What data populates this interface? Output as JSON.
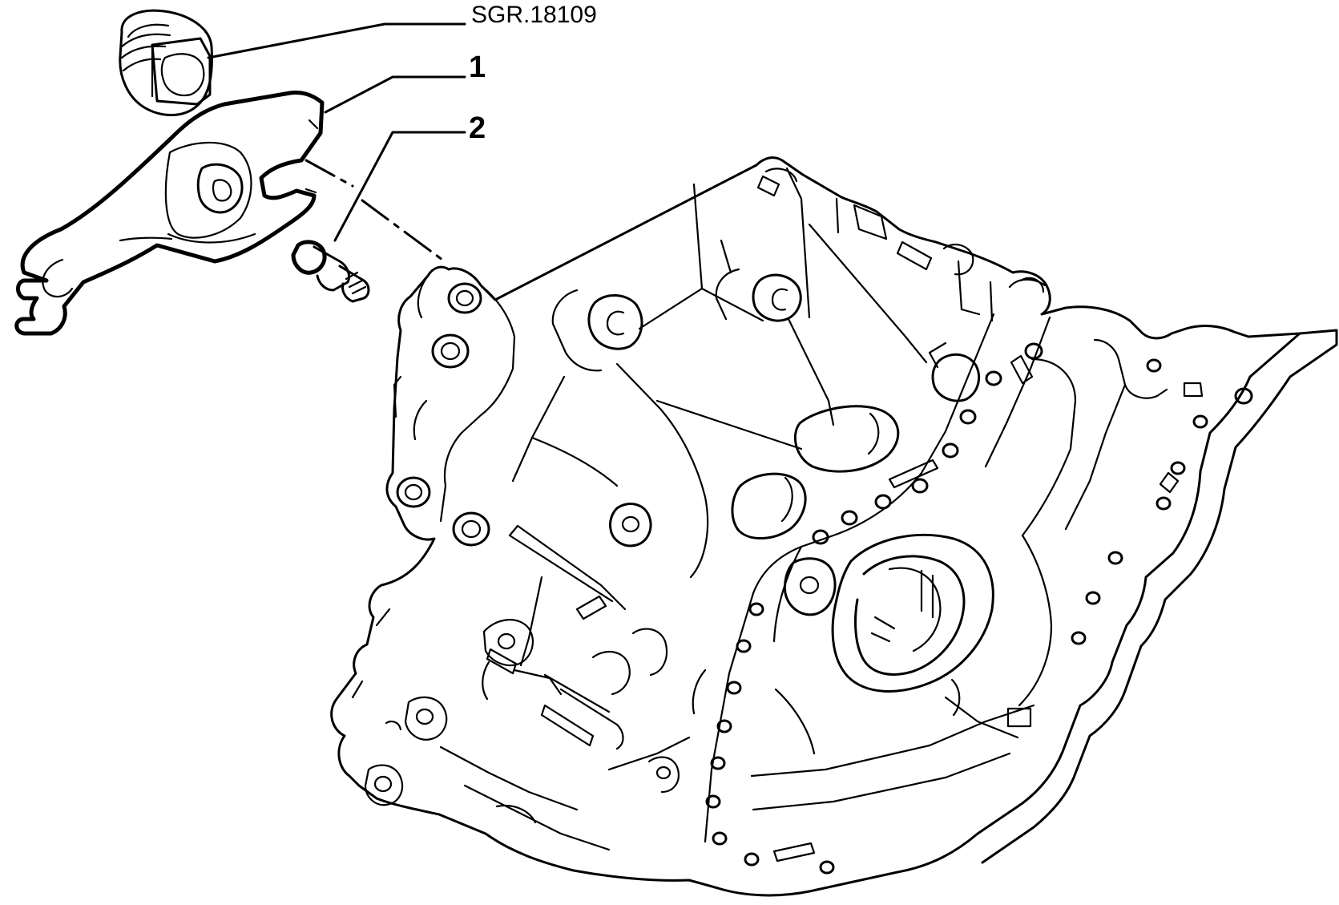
{
  "diagram": {
    "reference_code": "SGR.18109",
    "callouts": [
      {
        "id": "1",
        "label": "1"
      },
      {
        "id": "2",
        "label": "2"
      }
    ],
    "colors": {
      "line": "#000000",
      "background": "#ffffff"
    }
  }
}
